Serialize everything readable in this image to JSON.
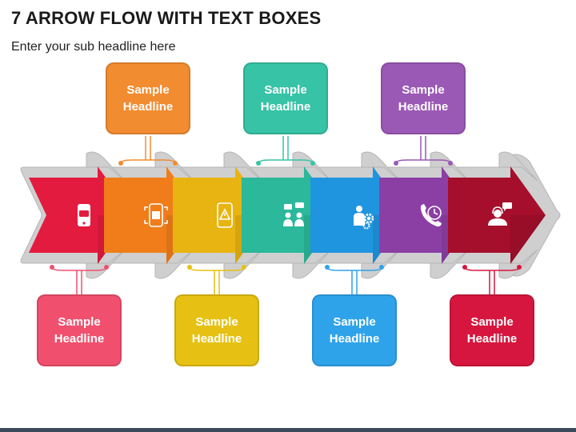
{
  "title": "7 ARROW FLOW WITH TEXT BOXES",
  "subtitle": "Enter your sub headline here",
  "steps": [
    {
      "color": "#e31b3f",
      "icon": "mobile-message-icon",
      "position": "bottom",
      "headline": "Sample\nHeadline"
    },
    {
      "color": "#f07d1a",
      "icon": "mobile-scan-icon",
      "position": "top",
      "headline": "Sample\nHeadline"
    },
    {
      "color": "#e8b411",
      "icon": "mobile-warning-icon",
      "position": "bottom",
      "headline": "Sample\nHeadline"
    },
    {
      "color": "#2cb89a",
      "icon": "people-chat-icon",
      "position": "top",
      "headline": "Sample\nHeadline"
    },
    {
      "color": "#1f95e0",
      "icon": "worker-gear-icon",
      "position": "bottom",
      "headline": "Sample\nHeadline"
    },
    {
      "color": "#8b3fa5",
      "icon": "phone-clock-icon",
      "position": "top",
      "headline": "Sample\nHeadline"
    },
    {
      "color": "#a50f2b",
      "icon": "support-agent-icon",
      "position": "bottom",
      "headline": "Sample\nHeadline"
    }
  ],
  "box_colors": {
    "bottom": [
      "#f0506e",
      "#e6c113",
      "#2fa3ea",
      "#d6163e"
    ],
    "top": [
      "#f28c31",
      "#37c3a6",
      "#9b59b6"
    ]
  }
}
